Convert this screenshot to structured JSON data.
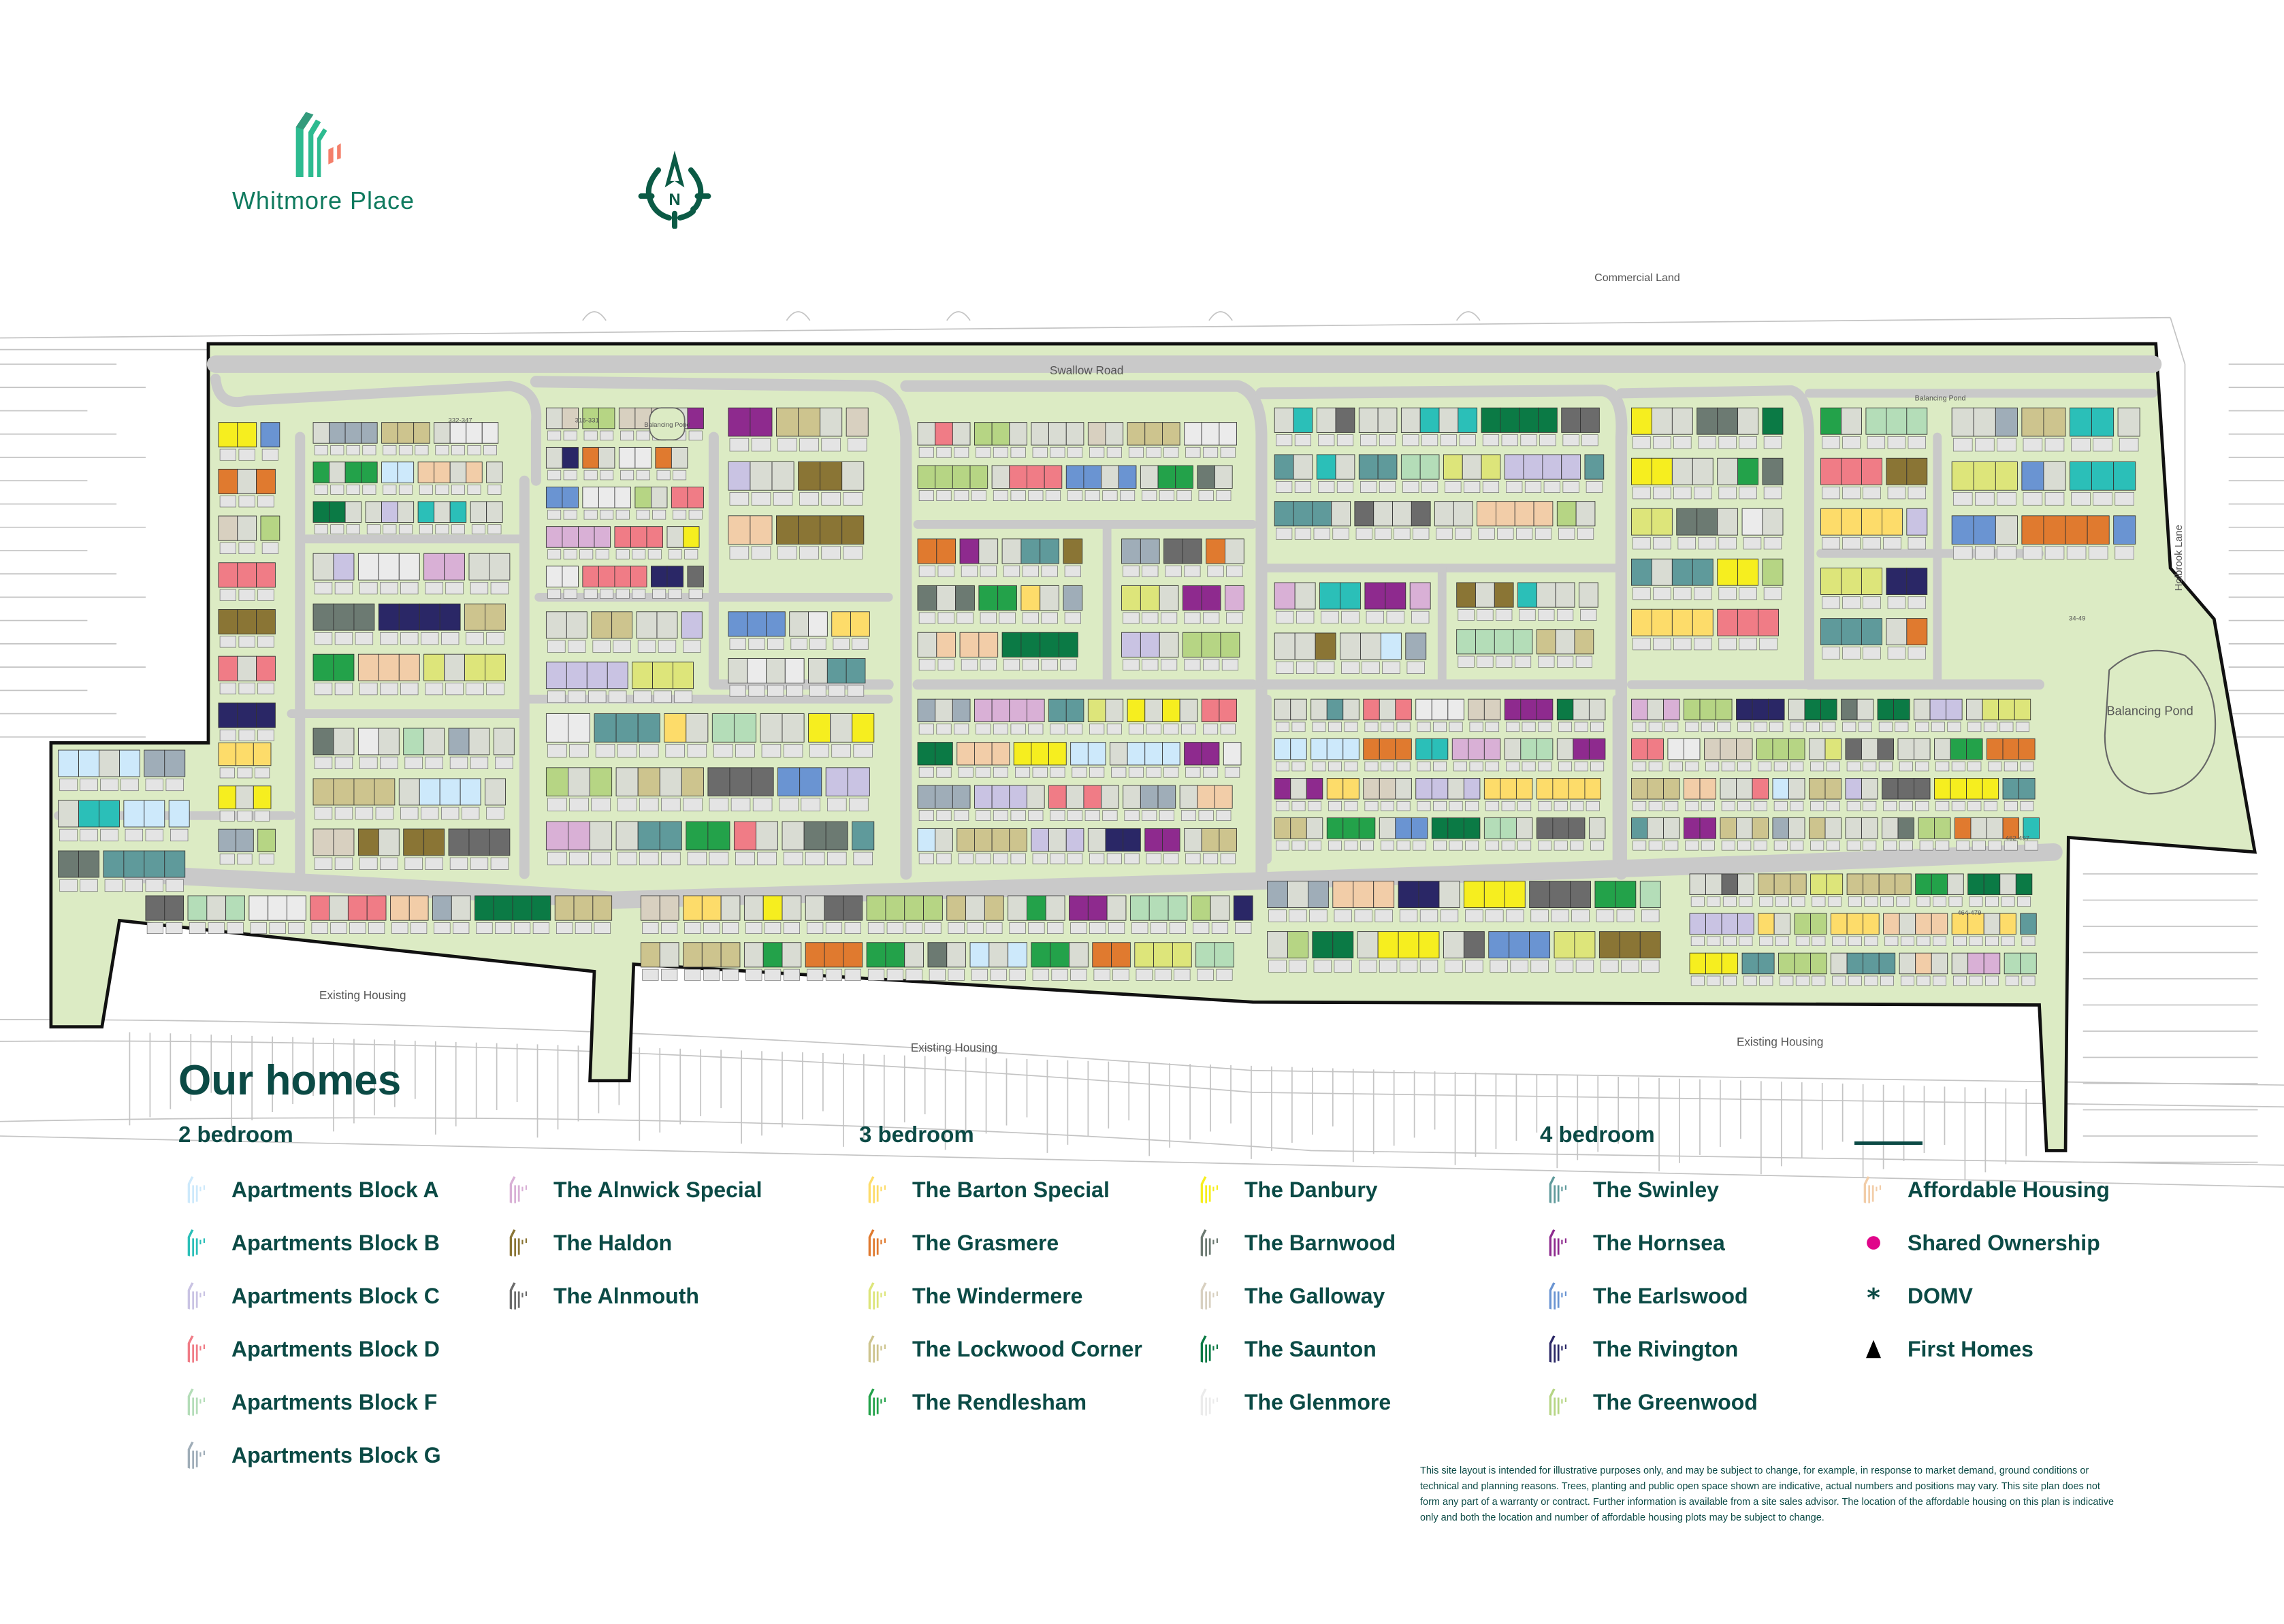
{
  "brand": {
    "name": "Whitmore Place",
    "colors": {
      "primary": "#2dbb90",
      "accent": "#f47f6a",
      "text": "#0f7a5e"
    }
  },
  "compass": {
    "label": "N",
    "icon": "north-compass-icon",
    "color": "#0b5a45"
  },
  "map": {
    "labels": {
      "commercial_land": "Commercial Land",
      "swallow_road": "Swallow Road",
      "holbrook_lane": "Holbrook Lane",
      "balancing_pond_east": "Balancing Pond",
      "balancing_pond_west": "Balancing Pond",
      "balancing_pond_north": "Balancing Pond",
      "existing_housing_west": "Existing Housing",
      "existing_housing_middle": "Existing Housing",
      "existing_housing_east": "Existing Housing"
    },
    "plot_labels": [
      "316-331",
      "332-347",
      "34-49",
      "462-497",
      "464-479"
    ],
    "colors": {
      "site": "#dcebc4",
      "road": "#cfcfcf",
      "boundary": "#111111",
      "context_lines": "#bdbdbd"
    }
  },
  "legend": {
    "title": "Our homes",
    "groups": [
      {
        "heading": "2 bedroom",
        "items": [
          {
            "label": "Apartments Block A",
            "color": "#cde9fb"
          },
          {
            "label": "Apartments Block B",
            "color": "#2bbfb8"
          },
          {
            "label": "Apartments Block C",
            "color": "#c9c3e3"
          },
          {
            "label": "Apartments Block D",
            "color": "#f07c86"
          },
          {
            "label": "Apartments Block F",
            "color": "#b4ddb8"
          },
          {
            "label": "Apartments Block G",
            "color": "#9fadb8"
          },
          {
            "label": "The Alnwick Special",
            "color": "#d9b0d6"
          },
          {
            "label": "The Haldon",
            "color": "#8a7535"
          },
          {
            "label": "The Alnmouth",
            "color": "#6b6b6b"
          }
        ]
      },
      {
        "heading": "3 bedroom",
        "items": [
          {
            "label": "The Barton Special",
            "color": "#fddc6a"
          },
          {
            "label": "The Grasmere",
            "color": "#e07a2f"
          },
          {
            "label": "The Windermere",
            "color": "#dde57a"
          },
          {
            "label": "The Lockwood Corner",
            "color": "#cdc48e"
          },
          {
            "label": "The Rendlesham",
            "color": "#23a24a"
          },
          {
            "label": "The Danbury",
            "color": "#f6ee1f"
          },
          {
            "label": "The Barnwood",
            "color": "#6c7a72"
          },
          {
            "label": "The Galloway",
            "color": "#d8d0c0"
          },
          {
            "label": "The Saunton",
            "color": "#0b7a45"
          },
          {
            "label": "The Glenmore",
            "color": "#ebebeb"
          }
        ]
      },
      {
        "heading": "4 bedroom",
        "items": [
          {
            "label": "The Swinley",
            "color": "#5f9a9b"
          },
          {
            "label": "The Hornsea",
            "color": "#8e2a8e"
          },
          {
            "label": "The Earlswood",
            "color": "#6a94d2"
          },
          {
            "label": "The Rivington",
            "color": "#2a2766"
          },
          {
            "label": "The Greenwood",
            "color": "#b6d584"
          }
        ]
      }
    ],
    "tenure": [
      {
        "label": "Affordable Housing",
        "icon": "house-type-icon",
        "color": "#f2cda8"
      },
      {
        "label": "Shared Ownership",
        "icon": "magenta-dot-icon",
        "color": "#e0068a"
      },
      {
        "label": "DOMV",
        "icon": "asterisk-icon",
        "color": "#0b4a45"
      },
      {
        "label": "First Homes",
        "icon": "triangle-icon",
        "color": "#000000"
      }
    ]
  },
  "disclaimer": "This site layout is intended for illustrative purposes only, and may be subject to change, for example, in response to market demand, ground conditions or technical and planning reasons. Trees, planting and public open space shown are indicative, actual numbers and positions may vary. This site plan does not form any part of a warranty or contract. Further information is available from a site sales advisor. The location of the affordable housing on this plan is indicative only and both the location and number of affordable housing plots may be subject to change."
}
